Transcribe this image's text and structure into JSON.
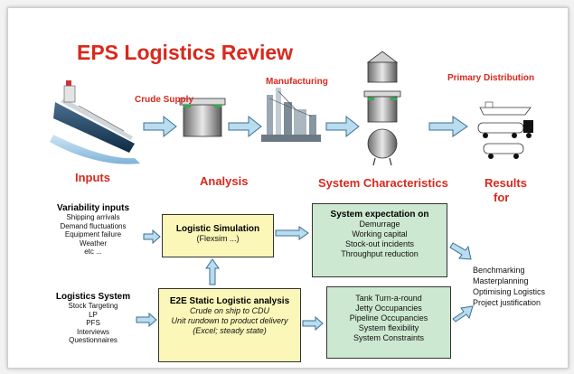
{
  "title": "EPS Logistics Review",
  "flow": {
    "stages": [
      "Crude Supply",
      "Manufacturing",
      "Primary Distribution"
    ]
  },
  "sections": {
    "inputs": "Inputs",
    "analysis": "Analysis",
    "system_characteristics": "System Characteristics",
    "results": "Results",
    "results_for": "for"
  },
  "variability": {
    "heading": "Variability inputs",
    "items": [
      "Shipping arrivals",
      "Demand fluctuations",
      "Equipment failure",
      "Weather",
      "etc ..."
    ]
  },
  "logistics_system": {
    "heading": "Logistics System",
    "items": [
      "Stock Targeting",
      "LP",
      "PFS",
      "Interviews",
      "Questionnaires"
    ]
  },
  "logistic_simulation": {
    "title": "Logistic Simulation",
    "subtitle": "(Flexsim ...)"
  },
  "e2e_analysis": {
    "title": "E2E Static Logistic analysis",
    "lines": [
      "Crude on ship to CDU",
      "Unit rundown to product delivery",
      "(Excel; steady state)"
    ]
  },
  "system_expectation": {
    "title": "System expectation on",
    "items": [
      "Demurrage",
      "Working capital",
      "Stock-out incidents",
      "Throughput reduction"
    ]
  },
  "system_constraints": {
    "items": [
      "Tank Turn-a-round",
      "Jetty Occupancies",
      "Pipeline Occupancies",
      "System flexibility",
      "System Constraints"
    ]
  },
  "results_list": [
    "Benchmarking",
    "Masterplanning",
    "Optimising Logistics",
    "Project justification"
  ],
  "colors": {
    "title_red": "#d8291c",
    "arrow_fill": "#b9dcee",
    "arrow_stroke": "#3a6f95",
    "yellow_box": "#fbf7b9",
    "green_box": "#cde8d0"
  },
  "icons": [
    "ship-icon",
    "crude-tank-icon",
    "refinery-icon",
    "storage-tanks-icon",
    "tanker-ship-icon",
    "tanker-truck-icon",
    "rail-car-icon"
  ]
}
